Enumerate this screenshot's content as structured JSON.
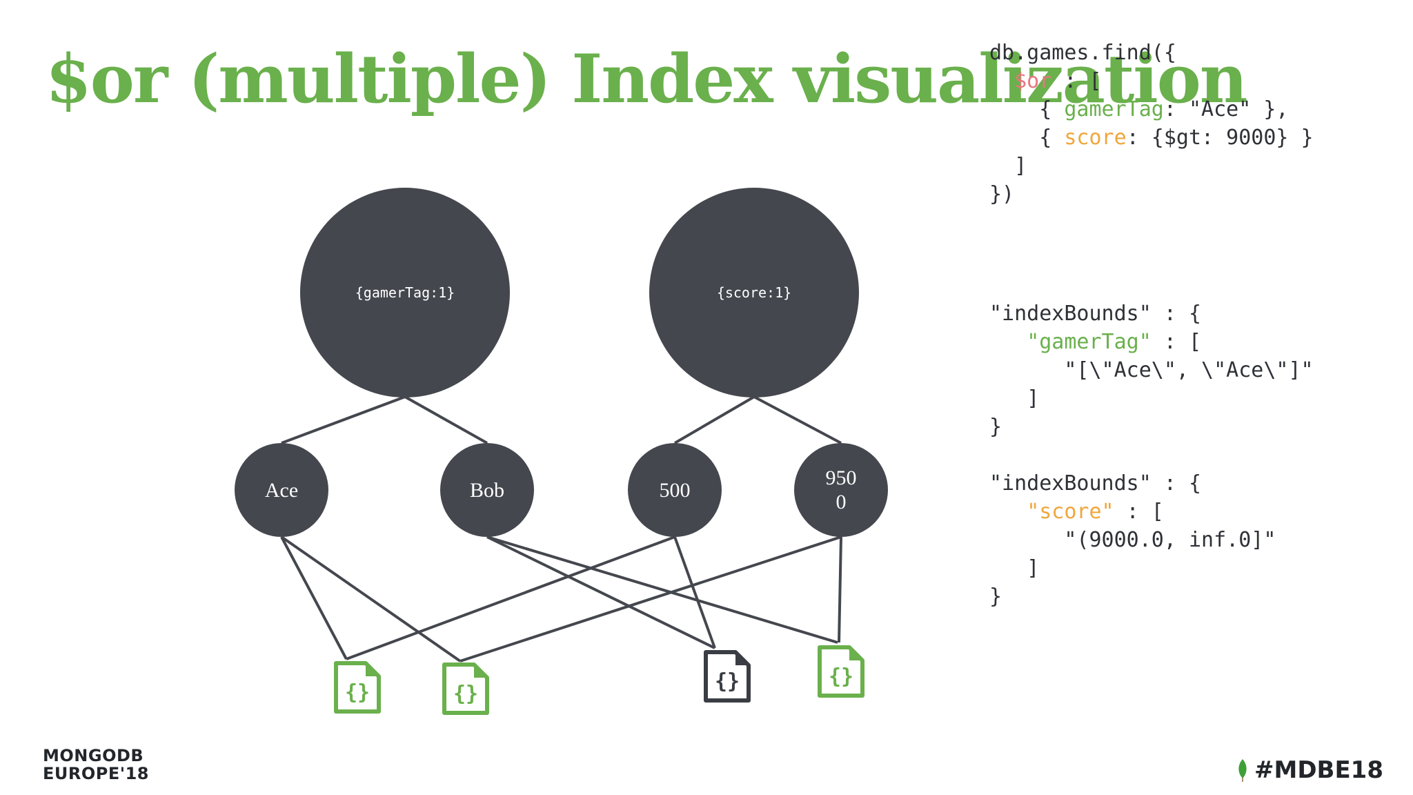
{
  "slide": {
    "title": "$or (multiple) Index visualization"
  },
  "query_code": {
    "line1": "db.games.find({",
    "or_key": "$or",
    "line2_rest": " : [",
    "line3_pre": "    { ",
    "line3_key": "gamerTag",
    "line3_post": ": \"Ace\" },",
    "line4_pre": "    { ",
    "line4_key": "score",
    "line4_post": ": {$gt: 9000} }",
    "line5": "  ]",
    "line6": "})"
  },
  "index_bounds_1": {
    "line1": "\"indexBounds\" : {",
    "key": "\"gamerTag\"",
    "key_post": " : [",
    "value": "\"[\\\"Ace\\\", \\\"Ace\\\"]\"",
    "close_bracket": "]",
    "close_brace": "}"
  },
  "index_bounds_2": {
    "line1": "\"indexBounds\" : {",
    "key": "\"score\"",
    "key_post": " : [",
    "value": "\"(9000.0, inf.0]\"",
    "close_bracket": "]",
    "close_brace": "}"
  },
  "diagram": {
    "root_nodes": [
      {
        "label": "{gamerTag:1}"
      },
      {
        "label": "{score:1}"
      }
    ],
    "key_nodes": [
      {
        "label": "Ace"
      },
      {
        "label": "Bob"
      },
      {
        "label": "500"
      },
      {
        "label_line1": "950",
        "label_line2": "0"
      }
    ],
    "documents": [
      {
        "icon": "json-document-icon",
        "matched": true
      },
      {
        "icon": "json-document-icon",
        "matched": true
      },
      {
        "icon": "json-document-icon",
        "matched": false
      },
      {
        "icon": "json-document-icon",
        "matched": true
      }
    ],
    "colors": {
      "node": "#44474e",
      "matched": "#6ab04c",
      "unmatched": "#3a3d43",
      "edge": "#44474e"
    }
  },
  "footer": {
    "brand_line1": "MONGODB",
    "brand_line2": "EUROPE'18",
    "hashtag": "#MDBE18",
    "leaf_icon": "mongodb-leaf-icon"
  }
}
